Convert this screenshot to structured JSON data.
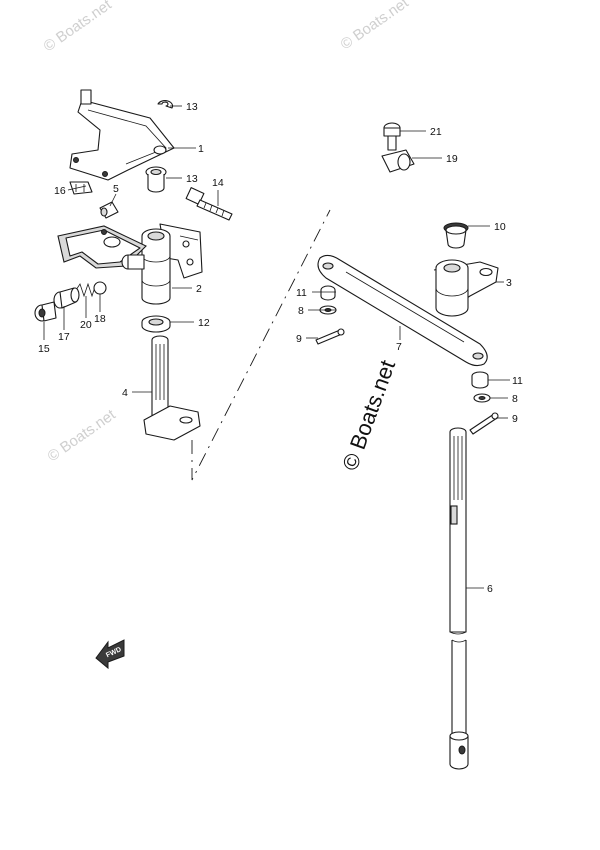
{
  "watermarks": {
    "top_left": "© Boats.net",
    "top_right": "© Boats.net",
    "left_mid": "© Boats.net",
    "main": "© Boats.net"
  },
  "fwd_arrow": {
    "label": "FWD"
  },
  "callouts": {
    "c1": "1",
    "c2": "2",
    "c3": "3",
    "c4": "4",
    "c5": "5",
    "c6": "6",
    "c7": "7",
    "c8a": "8",
    "c8b": "8",
    "c9a": "9",
    "c9b": "9",
    "c10": "10",
    "c11a": "11",
    "c11b": "11",
    "c12": "12",
    "c13a": "13",
    "c13b": "13",
    "c14": "14",
    "c15": "15",
    "c16": "16",
    "c17": "17",
    "c18": "18",
    "c19": "19",
    "c20": "20",
    "c21": "21"
  }
}
